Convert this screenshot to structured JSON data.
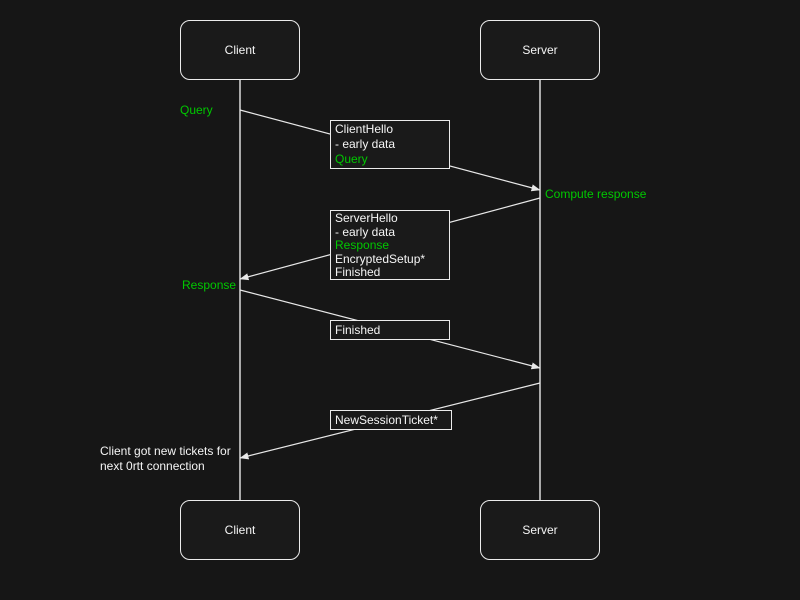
{
  "colors": {
    "background": "#161616",
    "node_fill": "#1a1a1a",
    "border": "#ececec",
    "line": "#e8e8e8",
    "text": "#f5f5f5",
    "accent_green": "#00c800"
  },
  "actors": {
    "top": [
      {
        "label": "Client"
      },
      {
        "label": "Server"
      }
    ],
    "bottom": [
      {
        "label": "Client"
      },
      {
        "label": "Server"
      }
    ]
  },
  "message_boxes": [
    {
      "name": "clienthello",
      "lines": [
        {
          "text": "ClientHello"
        },
        {
          "text": "- early data"
        },
        {
          "text": "Query"
        }
      ]
    },
    {
      "name": "serverhello",
      "lines": [
        {
          "text": "ServerHello"
        },
        {
          "text": "- early data"
        },
        {
          "text": "Response"
        },
        {
          "text": "EncryptedSetup*"
        },
        {
          "text": "Finished"
        }
      ]
    },
    {
      "name": "finished",
      "lines": [
        {
          "text": "Finished"
        }
      ]
    },
    {
      "name": "newsessionticket",
      "lines": [
        {
          "text": "NewSessionTicket*"
        }
      ]
    }
  ],
  "annotations": {
    "query": "Query",
    "compute_response": "Compute response",
    "response": "Response",
    "note": "Client got new tickets for\nnext 0rtt connection"
  }
}
